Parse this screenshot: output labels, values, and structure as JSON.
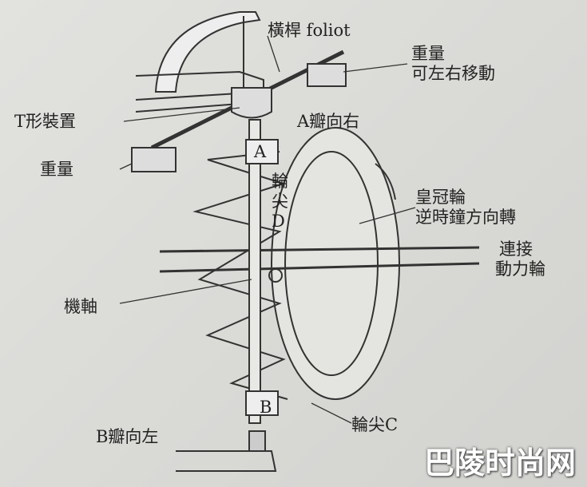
{
  "labels": {
    "foliot": "橫桿 foliot",
    "weight_right_1": "重量",
    "weight_right_2": "可左右移動",
    "t_device": "T形裝置",
    "pallet_a": "A瓣向右",
    "weight_left": "重量",
    "crown_wheel_1": "皇冠輪",
    "crown_wheel_2": "逆時鐘方向轉",
    "connect_1": "連接",
    "connect_2": "動力輪",
    "verge": "機軸",
    "pallet_b": "B瓣向左",
    "tooth_c": "輪尖C",
    "mark_a": "A",
    "tooth_d_1": "輪",
    "tooth_d_2": "尖",
    "tooth_d_3": "D",
    "mark_b": "B"
  },
  "watermark": "巴陵时尚网"
}
